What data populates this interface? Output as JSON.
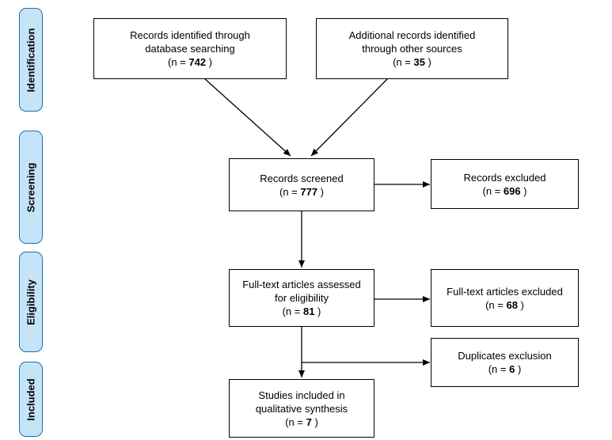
{
  "phases": {
    "identification": "Identification",
    "screening": "Screening",
    "eligibility": "Eligibility",
    "included": "Included"
  },
  "boxes": {
    "database": {
      "line1": "Records identified through",
      "line2": "database searching",
      "n_prefix": "(n = ",
      "n": "742",
      "n_suffix": "  )"
    },
    "other": {
      "line1": "Additional records identified",
      "line2": "through other sources",
      "n_prefix": "(n = ",
      "n": "35",
      "n_suffix": "  )"
    },
    "screened": {
      "line1": "Records screened",
      "n_prefix": "(n = ",
      "n": "777",
      "n_suffix": " )"
    },
    "excluded": {
      "line1": "Records excluded",
      "n_prefix": "(n = ",
      "n": "696",
      "n_suffix": " )"
    },
    "fulltext": {
      "line1": "Full-text articles assessed",
      "line2": "for eligibility",
      "n_prefix": "(n = ",
      "n": "81",
      "n_suffix": "  )"
    },
    "fulltext_excluded": {
      "line1": "Full-text articles excluded",
      "n_prefix": "(n = ",
      "n": "68",
      "n_suffix": " )"
    },
    "duplicates": {
      "line1": "Duplicates exclusion",
      "n_prefix": "(n = ",
      "n": "6",
      "n_suffix": " )"
    },
    "included": {
      "line1": "Studies included in",
      "line2": "qualitative synthesis",
      "n_prefix": "(n = ",
      "n": "7",
      "n_suffix": " )"
    }
  }
}
